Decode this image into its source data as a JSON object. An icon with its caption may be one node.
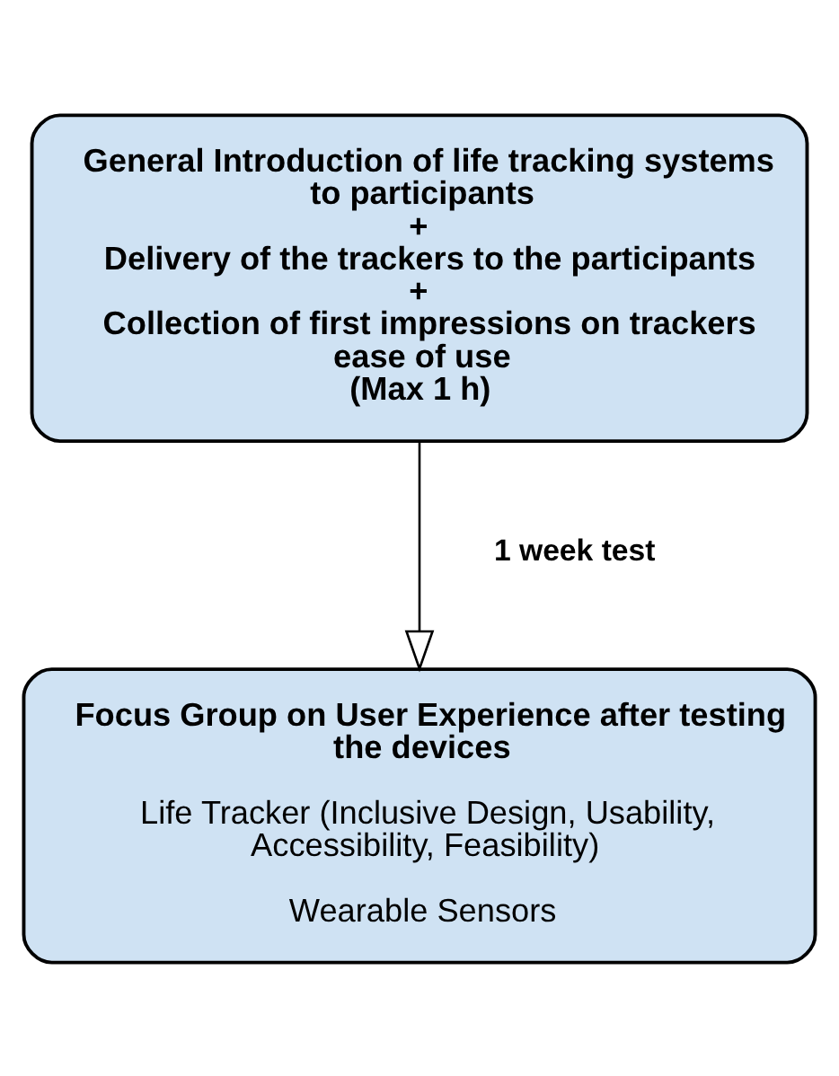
{
  "diagram": {
    "nodes": [
      {
        "text": [
          "General Introduction of life tracking systems to participants",
          "+",
          "Delivery of the trackers to the participants",
          "+",
          "Collection of first impressions on trackers ease of use",
          "(Max 1 h)"
        ]
      },
      {
        "text": [
          "Focus Group on User Experience after testing the devices",
          "Life Tracker (Inclusive Design, Usability, Accessibility, Feasibility)",
          "Wearable Sensors"
        ]
      }
    ],
    "edges": [
      {
        "from": 0,
        "to": 1,
        "arrow": "to",
        "label": "1 week test"
      }
    ]
  }
}
